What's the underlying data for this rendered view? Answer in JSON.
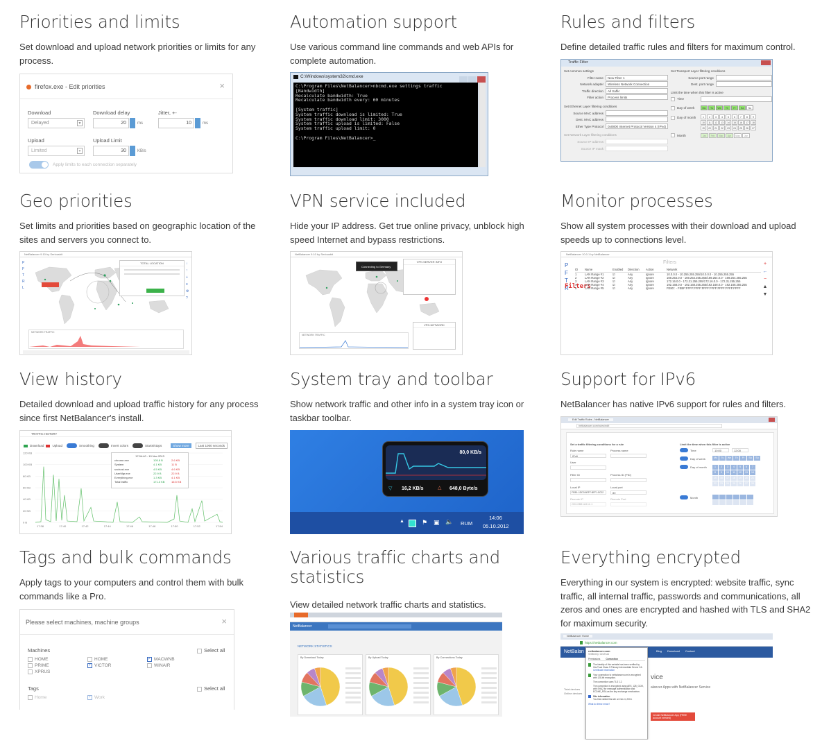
{
  "features": [
    {
      "title": "Priorities and limits",
      "desc": "Set download and upload network priorities or limits for any process."
    },
    {
      "title": "Automation support",
      "desc": "Use various command line commands and web APIs for complete automation."
    },
    {
      "title": "Rules and filters",
      "desc": "Define detailed traffic rules and filters for maximum control."
    },
    {
      "title": "Geo priorities",
      "desc": "Set limits and priorities based on geographic location of the sites and servers you connect to."
    },
    {
      "title": "VPN service included",
      "desc": "Hide your IP address. Get true online privacy, unblock high speed Internet and bypass restrictions."
    },
    {
      "title": "Monitor processes",
      "desc": "Show all system processes with their download and upload speeds up to connections level."
    },
    {
      "title": "View history",
      "desc": "Detailed download and upload traffic history for any process since first NetBalancer's install."
    },
    {
      "title": "System tray and toolbar",
      "desc": "Show network traffic and other info in a system tray icon or taskbar toolbar."
    },
    {
      "title": "Support for IPv6",
      "desc": "NetBalancer has native IPv6 support for rules and filters."
    },
    {
      "title": "Tags and bulk commands",
      "desc": "Apply tags to your computers and control them with bulk commands like a Pro."
    },
    {
      "title": "Various traffic charts and statistics",
      "desc": "View detailed network traffic charts and statistics."
    },
    {
      "title": "Everything encrypted",
      "desc": "Everything in our system is encrypted: website traffic, sync traffic, all internal traffic, passwords and communications, all zeros and ones are encrypted and hashed with TLS and SHA2 for maximum security."
    }
  ],
  "priorities_dialog": {
    "title": "firefox.exe - Edit priorities",
    "download_label": "Download",
    "download_value": "Delayed",
    "download_delay_label": "Download delay",
    "download_delay_value": "20",
    "jitter_label": "Jitter, +-",
    "jitter_value": "10",
    "ms": "ms",
    "upload_label": "Upload",
    "upload_value": "Limited",
    "upload_limit_label": "Upload Limit",
    "upload_limit_value": "30",
    "kbs": "KB/s",
    "apply_label": "Apply limits to each connection separately"
  },
  "cmd": {
    "title": "C:\\Windows\\system32\\cmd.exe",
    "lines": [
      "C:\\Program Files\\NetBalancer>nbcmd.exe settings traffic",
      "[Bandwidth]",
      "Recalculate bandwidth: True",
      "Recalculate bandwidth every: 60 minutes",
      "",
      "[System traffic]",
      "System traffic download is limited: True",
      "System traffic download limit: 3000",
      "System traffic upload is limited: False",
      "System traffic upload limit: 0",
      "",
      "C:\\Program Files\\NetBalancer>_"
    ]
  },
  "traffic_filter": {
    "title": "Traffic Filter",
    "common_settings": "Set common settings",
    "filter_name_label": "Filter name",
    "filter_name_value": "New Filter 1",
    "adapter_label": "Network adapter",
    "adapter_value": "Wireless Network Connection",
    "direction_label": "Traffic direction",
    "direction_value": "All traffic",
    "action_label": "Filter action",
    "action_value": "Process limits",
    "transport_label": "Set Transport Layer filtering conditions",
    "source_port": "Source port range",
    "dest_port": "Dest. port range",
    "time_label": "Limit the time when this filter is active",
    "time_check": "Time",
    "days_week": "Day of week",
    "days_month": "Day of month",
    "ethernet_label": "Set Ethernet Layer filtering conditions",
    "source_mac": "Source MAC address",
    "dest_mac": "Dest. MAC address",
    "ether_type": "Ether Type Protocol",
    "ether_value": "0x0800 Internet Protocol Version 4 (IPv4)",
    "network_label": "Set Network Layer filtering conditions",
    "source_ip": "Source IP address",
    "dest_ip": "Source IP mask",
    "days": [
      "Mo",
      "Tu",
      "We",
      "Th",
      "Fr",
      "Sa",
      "Su"
    ],
    "months": [
      "Jan",
      "Feb",
      "Mar",
      "Apr",
      "May",
      "Jun"
    ],
    "month_label": "Month"
  },
  "geo_window": {
    "title": "NetBalancer 9.10 by Seriousbit",
    "panel_title": "TOTAL LOCATION",
    "sub_title": "NETWORK TRAFFIC"
  },
  "vpn_window": {
    "title": "NetBalancer 9.10 by Seriousbit",
    "connecting": "Connecting to Germany",
    "panel_title": "VPN SERVER INFO",
    "sub_title": "NETWORK TRAFFIC",
    "vpn_panel": "VPN NETWORK"
  },
  "monitor_window": {
    "title": "NetBalancer 10.0.1 by NetBalancer",
    "filters_heading": "Filters",
    "filters_tab": "Filters",
    "columns": [
      "ID",
      "Name",
      "Enabled",
      "Direction",
      "Action",
      "Network"
    ],
    "rows": [
      {
        "id": "1",
        "name": "LAN Range #1",
        "dir": "Any",
        "action": "Ignore",
        "net": "10.0.0.0 - 10.255.255.255/10.0.0.0 - 10.255.255.255"
      },
      {
        "id": "2",
        "name": "LAN Range #2",
        "dir": "Any",
        "action": "Ignore",
        "net": "169.254.0.0 - 169.254.255.255/169.254.0.0 - 169.254.255.255"
      },
      {
        "id": "3",
        "name": "LAN Range #3",
        "dir": "Any",
        "action": "Ignore",
        "net": "172.16.0.0 - 172.31.255.255/172.16.0.0 - 172.31.255.255"
      },
      {
        "id": "4",
        "name": "LAN Range #4",
        "dir": "Any",
        "action": "Ignore",
        "net": "192.168.0.0 - 192.168.255.255/192.168.0.0 - 192.168.255.255"
      },
      {
        "id": "5",
        "name": "LAN Range #5",
        "dir": "Any",
        "action": "Ignore",
        "net": "FE80:: - FEBF:FFFF:FFFF:FFFF:FFFF:FFFF:FFFF:FFFF"
      }
    ]
  },
  "history_window": {
    "title": "TRAFFIC HISTORY",
    "download": "Download",
    "upload": "Upload",
    "smoothing": "Smoothing",
    "invert_colors": "Invert colors",
    "starts_stops": "Starts/stops",
    "show_more": "Show more",
    "range": "Last 1000 seconds",
    "tooltip_time": "17:04:40 - 10 Nov 2013",
    "tooltip_rows": [
      {
        "name": "chrome.exe",
        "down": "105.8 B",
        "up": "2.6 KB"
      },
      {
        "name": "System",
        "down": "4.1 KB",
        "up": "11 B"
      },
      {
        "name": "svchost.exe",
        "down": "4.5 KB",
        "up": "4.6 KB"
      },
      {
        "name": "UserMgr.exe",
        "down": "22.9 B",
        "up": "22.9 B"
      },
      {
        "name": "Everything.exe",
        "down": "1.3 KB",
        "up": "4.1 KB"
      },
      {
        "name": "Total traffic",
        "down": "171.3 KB",
        "up": "16.5 KB"
      }
    ],
    "yticks": [
      "120 KB",
      "100 KB",
      "80 KB",
      "60 KB",
      "40 KB",
      "20 KB",
      "0 B"
    ],
    "xticks": [
      "17:38",
      "17:40",
      "17:42",
      "17:44",
      "17:46",
      "17:48",
      "17:50",
      "17:52",
      "17:54"
    ]
  },
  "tray": {
    "down": "80,0 KB/s",
    "down_speed": "16,2 KB/s",
    "up_speed": "648,0 Byte/s",
    "lang": "RUM",
    "time": "14:06",
    "date": "05.10.2012"
  },
  "ipv6_window": {
    "tab": "Edit Traffic Rules - NetBalancer",
    "url": "netbalancer.com/rules/edit",
    "heading": "Set a traffic filtering conditions for a rule",
    "rule_name": "Rule name",
    "process_name": "Process name",
    "ipv6": "IPv6",
    "user": "User",
    "filter_id": "Filter ID",
    "process_id": "Process ID (PID)",
    "local_ip": "Local IP",
    "local_port": "Local port",
    "local_ip_value": "FE80::1DD3:8EFF:BFF1:5C02",
    "local_port_value": "80",
    "remote_ip": "Remote IP",
    "remote_port": "Remote Port",
    "remote_ip_value": "2001:DB8:1A3:11::1",
    "time_label": "Limit the time when this filter is active",
    "time": "Time",
    "time_from": "10:00",
    "time_to": "12:00",
    "day_week": "Day of week",
    "day_month": "Day of month",
    "month": "Month",
    "days": [
      "Mo",
      "Tu",
      "We",
      "Th",
      "Fr",
      "Sa",
      "Su"
    ]
  },
  "tags_dialog": {
    "title": "Please select machines, machine groups",
    "machines_label": "Machines",
    "select_all": "Select all",
    "machines": [
      {
        "name": "HOME",
        "checked": false
      },
      {
        "name": "HOME",
        "checked": false
      },
      {
        "name": "MACWNB",
        "checked": true
      },
      {
        "name": "PRIME",
        "checked": false
      },
      {
        "name": "VICTOR",
        "checked": true
      },
      {
        "name": "WINAIR",
        "checked": false
      },
      {
        "name": "XPRUS",
        "checked": false
      }
    ],
    "tags_label": "Tags",
    "tags": [
      {
        "name": "Home",
        "checked": false
      },
      {
        "name": "Work",
        "checked": true
      }
    ]
  },
  "charts_window": {
    "title": "NetBalancer",
    "stats_heading": "NETWORK STATISTICS",
    "panels": [
      "By Download Today",
      "By Upload Today",
      "By Connections Today"
    ]
  },
  "encrypted_window": {
    "tab": "NetBalancer Home",
    "url": "https://netbalancer.com",
    "site": "netbalancer.com",
    "verified": "Verified by: GeoTrust",
    "tab_permissions": "Permissions",
    "tab_connection": "Connection",
    "identity_text": "The identity of this website has been verified by GeoTrust Class 3 Primary Intermediate Server CA",
    "cert_link": "Certificate information",
    "conn_text": "Your connection to netbalancer.com is encrypted with 128-bit encryption.",
    "tls_text": "The connection uses TLS 1.2.",
    "cipher_text": "The connection is encrypted using AES_128_GCM, with SHA2 for message authentication and ECDHE_RSA as the key exchange mechanism.",
    "site_info": "Site information",
    "first_visit": "You first visited this site on Nov 4, 2013.",
    "what_mean": "What do these mean?",
    "brand": "NetBalan",
    "nav": [
      "Blog",
      "Download",
      "Contact"
    ],
    "headline": "vice",
    "subline": "alancer Apps with NetBalancer Service",
    "promo": "Create NetBalancer App (FREE account needed)",
    "devices": "Total devices",
    "online": "Online devices"
  }
}
